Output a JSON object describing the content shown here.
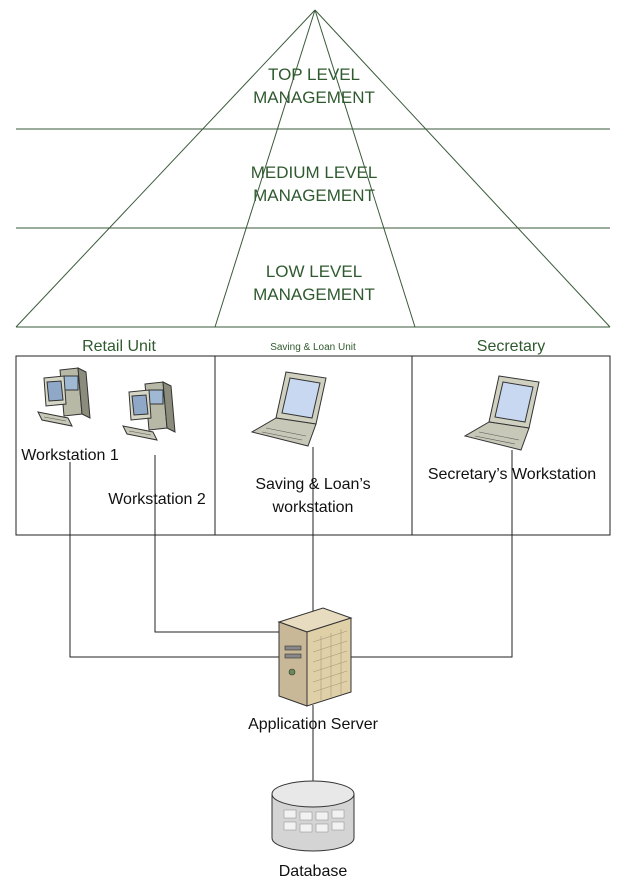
{
  "pyramid": {
    "levels": [
      {
        "line1": "TOP LEVEL",
        "line2": "MANAGEMENT"
      },
      {
        "line1": "MEDIUM LEVEL",
        "line2": "MANAGEMENT"
      },
      {
        "line1": "LOW LEVEL",
        "line2": "MANAGEMENT"
      }
    ]
  },
  "units": [
    {
      "label": "Retail Unit"
    },
    {
      "label": "Saving & Loan Unit"
    },
    {
      "label": "Secretary"
    }
  ],
  "devices": {
    "workstation1": "Workstation 1",
    "workstation2": "Workstation 2",
    "saving_loan_line1": "Saving & Loan’s",
    "saving_loan_line2": "workstation",
    "secretary": "Secretary’s Workstation",
    "app_server": "Application Server",
    "database": "Database"
  },
  "colors": {
    "pyramid_lines": "#3a5a3a",
    "level_text": "#2f5a2f"
  },
  "icons": [
    "desktop-computer-icon",
    "laptop-icon",
    "server-tower-icon",
    "database-cylinder-icon"
  ]
}
